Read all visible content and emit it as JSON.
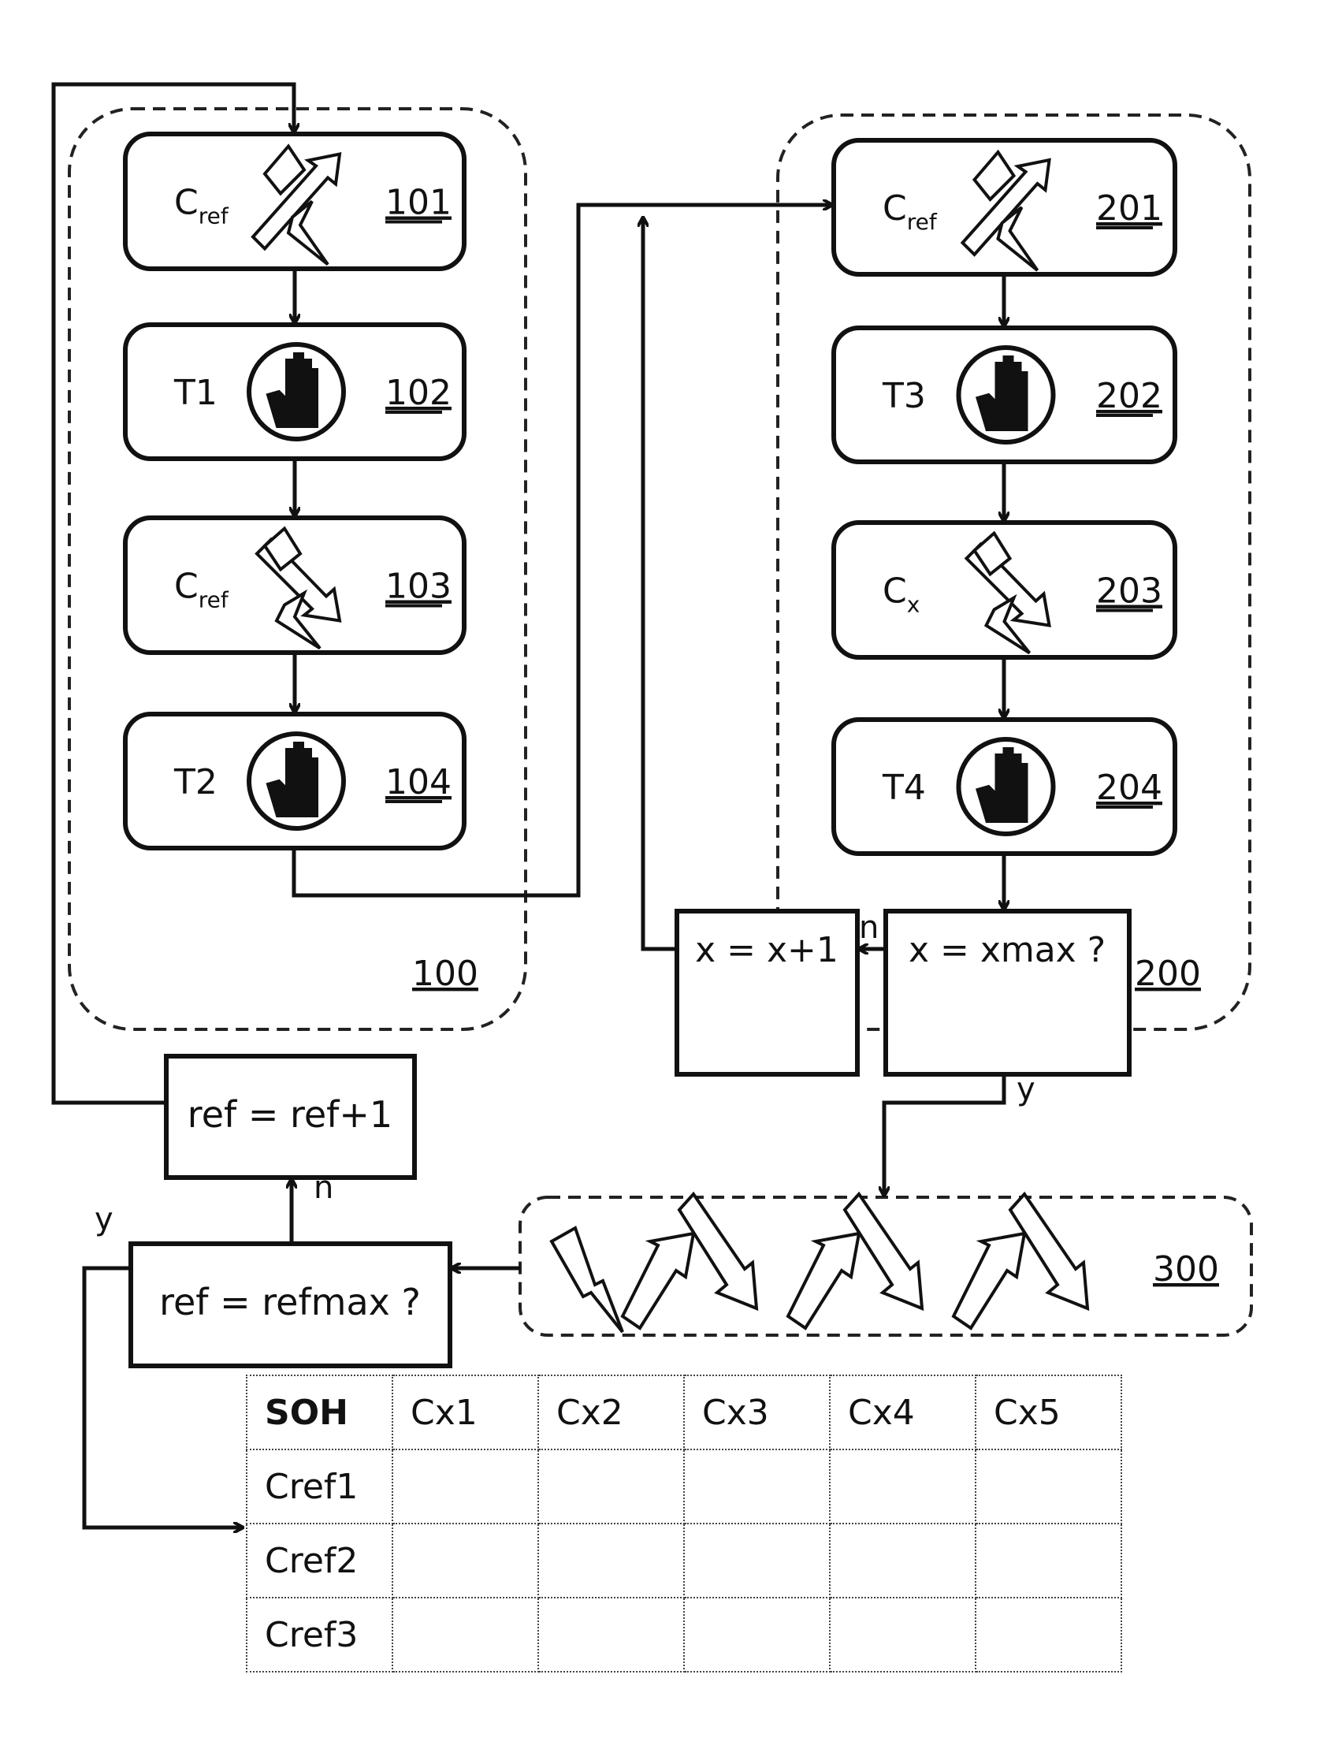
{
  "groups": {
    "g100": {
      "ref": "100"
    },
    "g200": {
      "ref": "200"
    },
    "g300": {
      "ref": "300"
    }
  },
  "steps": [
    {
      "label": "C",
      "sub": "ref",
      "icon": "charge-icon",
      "ref": "101"
    },
    {
      "label": "T1",
      "sub": "",
      "icon": "rest-hand-icon",
      "ref": "102"
    },
    {
      "label": "C",
      "sub": "ref",
      "icon": "discharge-icon",
      "ref": "103"
    },
    {
      "label": "T2",
      "sub": "",
      "icon": "rest-hand-icon",
      "ref": "104"
    },
    {
      "label": "C",
      "sub": "ref",
      "icon": "charge-icon",
      "ref": "201"
    },
    {
      "label": "T3",
      "sub": "",
      "icon": "rest-hand-icon",
      "ref": "202"
    },
    {
      "label": "C",
      "sub": "x",
      "icon": "discharge-icon",
      "ref": "203"
    },
    {
      "label": "T4",
      "sub": "",
      "icon": "rest-hand-icon",
      "ref": "204"
    }
  ],
  "decisions": {
    "x_inc": "x = x+1",
    "x_check": "x = xmax ?",
    "ref_inc": "ref = ref+1",
    "ref_check": "ref = refmax ?"
  },
  "branch_labels": {
    "x_no": "n",
    "x_yes": "y",
    "ref_no": "n",
    "ref_yes": "y"
  },
  "table": {
    "header": [
      "SOH",
      "Cx1",
      "Cx2",
      "Cx3",
      "Cx4",
      "Cx5"
    ],
    "rows": [
      [
        "Cref1",
        "",
        "",
        "",
        "",
        ""
      ],
      [
        "Cref2",
        "",
        "",
        "",
        "",
        ""
      ],
      [
        "Cref3",
        "",
        "",
        "",
        "",
        ""
      ]
    ]
  }
}
